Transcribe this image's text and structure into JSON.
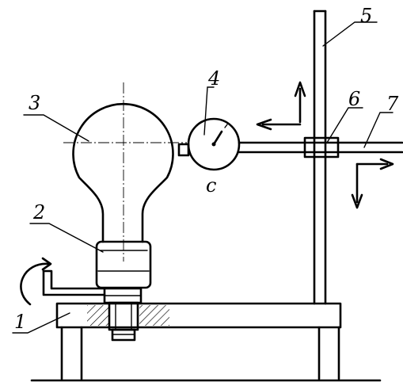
{
  "labels": {
    "base": "1",
    "socket": "2",
    "bulb": "3",
    "dial_indicator": "4",
    "stand_rod": "5",
    "clamp": "6",
    "arm": "7",
    "dial_letter": "c"
  }
}
